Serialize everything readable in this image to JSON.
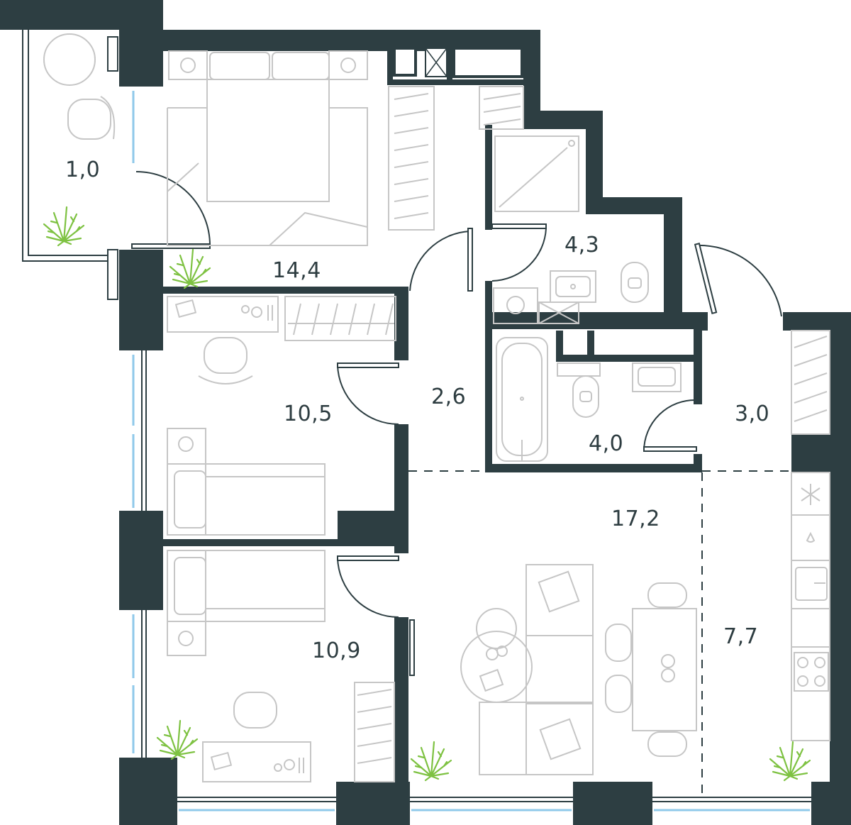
{
  "colors": {
    "wall": "#2d3e42",
    "furniture": "#c6c6c6",
    "window": "#8fc9ea",
    "plant": "#7ec242",
    "text": "#2e3d41"
  },
  "rooms": [
    {
      "id": "balcony",
      "area": "1,0"
    },
    {
      "id": "master-bedroom",
      "area": "14,4"
    },
    {
      "id": "bathroom-upper",
      "area": "4,3"
    },
    {
      "id": "corridor",
      "area": "2,6"
    },
    {
      "id": "bedroom-middle",
      "area": "10,5"
    },
    {
      "id": "bathroom-lower",
      "area": "4,0"
    },
    {
      "id": "hall",
      "area": "3,0"
    },
    {
      "id": "living-room",
      "area": "17,2"
    },
    {
      "id": "bedroom-lower",
      "area": "10,9"
    },
    {
      "id": "kitchen",
      "area": "7,7"
    }
  ],
  "icons": [
    "plant-icon",
    "bed-icon",
    "sofa-icon",
    "table-icon",
    "chair-icon",
    "bathtub-icon",
    "toilet-icon",
    "sink-icon",
    "stove-icon",
    "washing-machine-icon",
    "wardrobe-icon"
  ]
}
